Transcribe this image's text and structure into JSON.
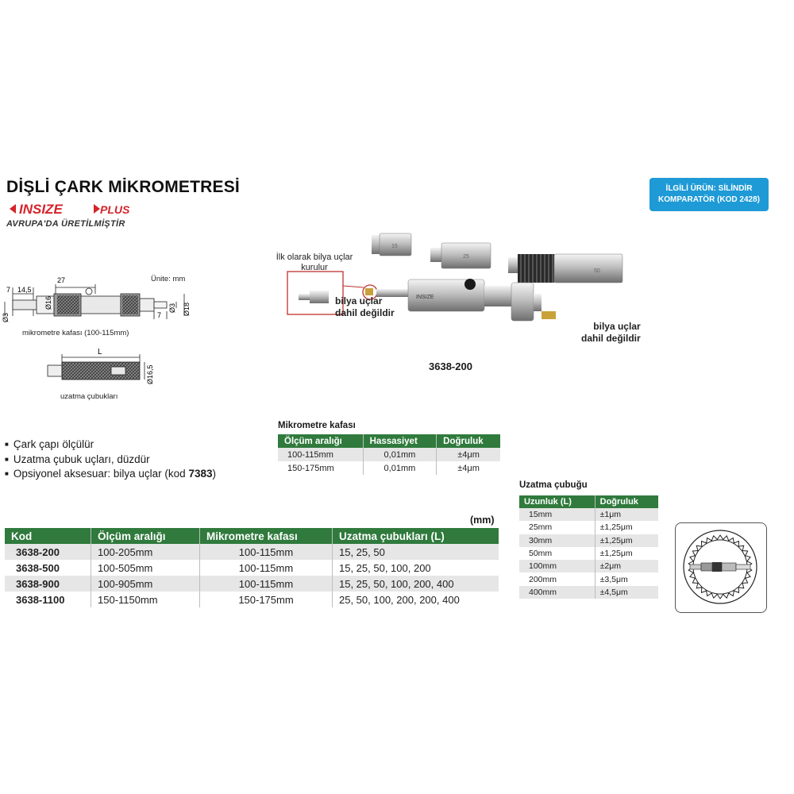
{
  "header": {
    "title": "DİŞLİ ÇARK MİKROMETRESİ",
    "brand": "INSIZE",
    "brand_plus": "PLUS",
    "made_in": "AVRUPA'DA ÜRETİLMİŞTİR",
    "related_line1": "İLGİLİ ÜRÜN: SİLİNDİR",
    "related_line2": "KOMPARATÖR (KOD 2428)"
  },
  "drawing": {
    "unit": "Ünite: mm",
    "dim_7": "7",
    "dim_14_5": "14,5",
    "dim_27": "27",
    "dim_d16": "Ø16",
    "dim_d3_left": "Ø3",
    "dim_d3_right": "Ø3",
    "dim_d18": "Ø18",
    "dim_7_right": "7",
    "head_caption": "mikrometre kafası (100-115mm)",
    "dim_L": "L",
    "dim_d16_5": "Ø16,5",
    "rod_caption": "uzatma çubukları"
  },
  "photo": {
    "callout_first": "İlk olarak bilya uçlar kurulur",
    "ball_tip_left_1": "bilya uçlar",
    "ball_tip_left_2": "dahil değildir",
    "ball_tip_right_1": "bilya uçlar",
    "ball_tip_right_2": "dahil değildir",
    "model": "3638-200",
    "rod_labels": [
      "15",
      "25",
      "50"
    ]
  },
  "features": [
    {
      "text": "Çark çapı ölçülür",
      "bold": ""
    },
    {
      "text": "Uzatma çubuk uçları, düzdür",
      "bold": ""
    },
    {
      "text": "Opsiyonel aksesuar: bilya uçlar (kod ",
      "bold": "7383",
      "after": ")"
    }
  ],
  "micrometer_head": {
    "caption": "Mikrometre kafası",
    "headers": [
      "Ölçüm aralığı",
      "Hassasiyet",
      "Doğruluk"
    ],
    "rows": [
      [
        "100-115mm",
        "0,01mm",
        "±4μm"
      ],
      [
        "150-175mm",
        "0,01mm",
        "±4μm"
      ]
    ]
  },
  "extension_rod": {
    "caption": "Uzatma çubuğu",
    "headers": [
      "Uzunluk (L)",
      "Doğruluk"
    ],
    "rows": [
      [
        "15mm",
        "±1μm"
      ],
      [
        "25mm",
        "±1,25μm"
      ],
      [
        "30mm",
        "±1,25μm"
      ],
      [
        "50mm",
        "±1,25μm"
      ],
      [
        "100mm",
        "±2μm"
      ],
      [
        "200mm",
        "±3,5μm"
      ],
      [
        "400mm",
        "±4,5μm"
      ]
    ]
  },
  "main_table": {
    "unit": "(mm)",
    "headers": [
      "Kod",
      "Ölçüm aralığı",
      "Mikrometre kafası",
      "Uzatma çubukları (L)"
    ],
    "rows": [
      [
        "3638-200",
        "100-205mm",
        "100-115mm",
        "15, 25, 50"
      ],
      [
        "3638-500",
        "100-505mm",
        "100-115mm",
        "15, 25, 50, 100, 200"
      ],
      [
        "3638-900",
        "100-905mm",
        "100-115mm",
        "15, 25, 50, 100, 200, 400"
      ],
      [
        "3638-1100",
        "150-1150mm",
        "150-175mm",
        "25, 50, 100, 200, 200, 400"
      ]
    ]
  }
}
